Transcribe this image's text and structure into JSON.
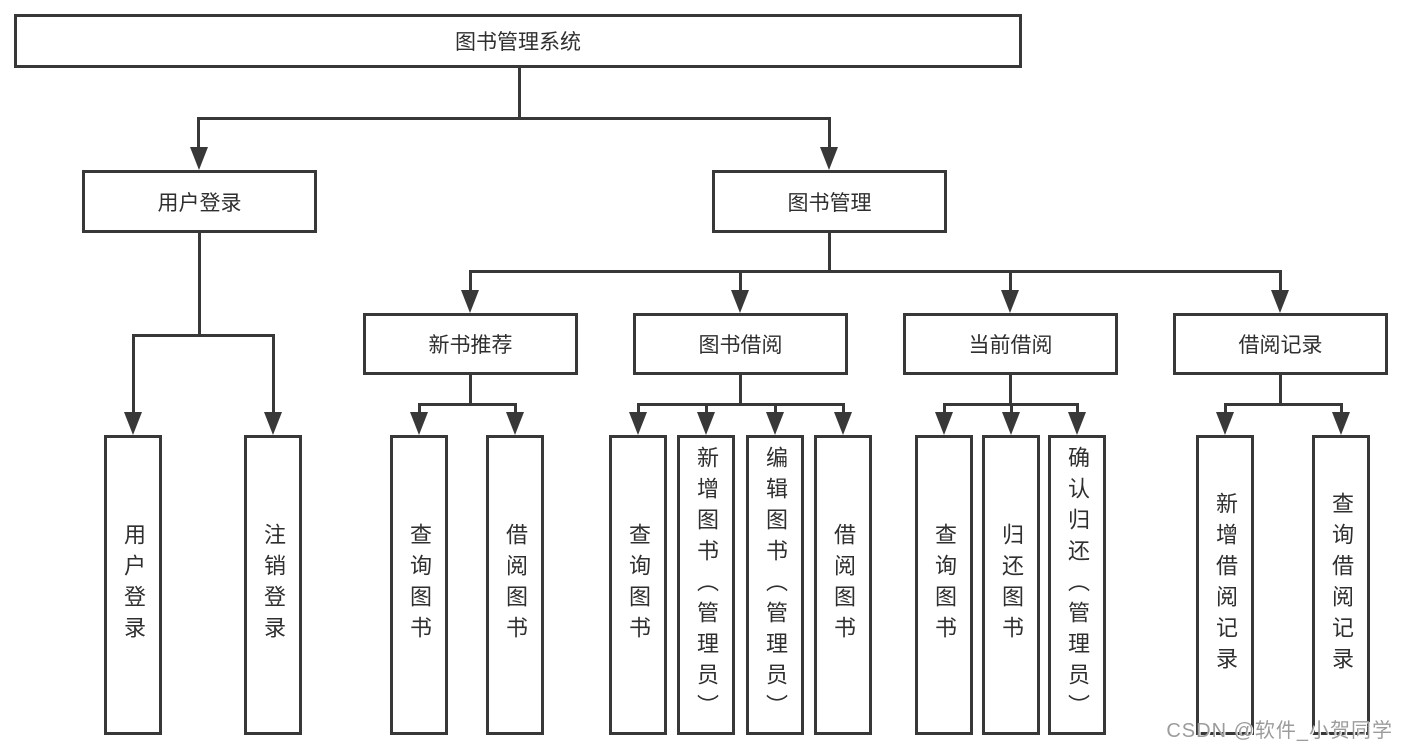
{
  "root": {
    "label": "图书管理系统",
    "children": [
      {
        "label": "用户登录",
        "children": [
          {
            "label": "用户登录"
          },
          {
            "label": "注销登录"
          }
        ]
      },
      {
        "label": "图书管理",
        "children": [
          {
            "label": "新书推荐",
            "children": [
              {
                "label": "查询图书"
              },
              {
                "label": "借阅图书"
              }
            ]
          },
          {
            "label": "图书借阅",
            "children": [
              {
                "label": "查询图书"
              },
              {
                "label": "新增图书（管理员）"
              },
              {
                "label": "编辑图书（管理员）"
              },
              {
                "label": "借阅图书"
              }
            ]
          },
          {
            "label": "当前借阅",
            "children": [
              {
                "label": "查询图书"
              },
              {
                "label": "归还图书"
              },
              {
                "label": "确认归还（管理员）"
              }
            ]
          },
          {
            "label": "借阅记录",
            "children": [
              {
                "label": "新增借阅记录"
              },
              {
                "label": "查询借阅记录"
              }
            ]
          }
        ]
      }
    ]
  },
  "watermark": {
    "text": "CSDN @软件_小贺同学"
  },
  "colors": {
    "line": "#383838",
    "box_border": "#383838",
    "text": "#2f2f2f",
    "watermark": "#9c9c9c",
    "background": "#ffffff"
  }
}
